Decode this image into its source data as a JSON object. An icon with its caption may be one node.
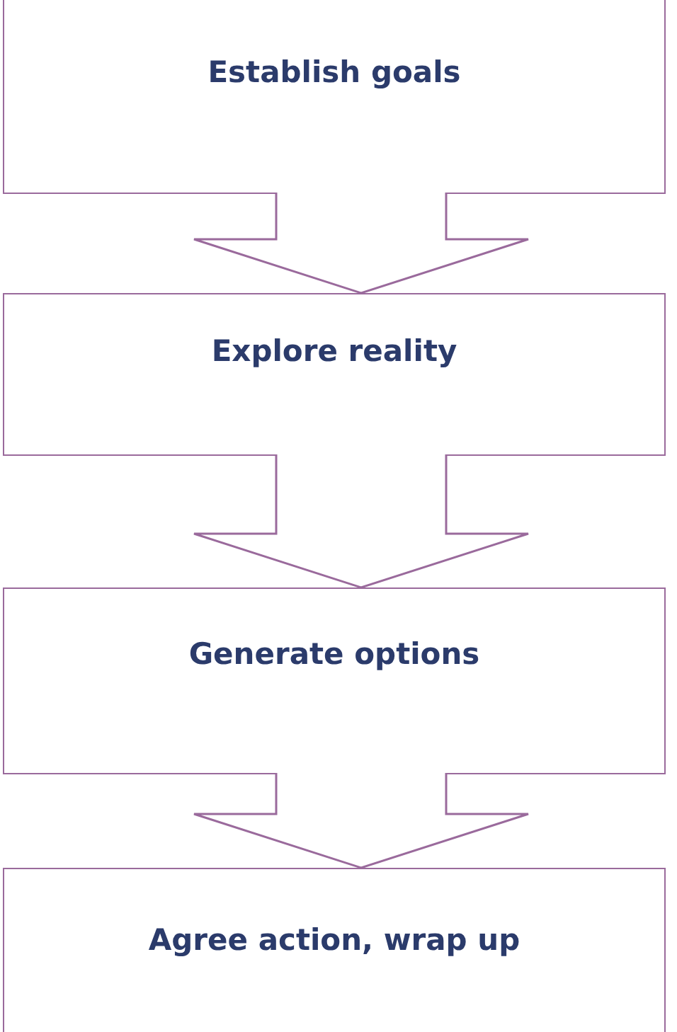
{
  "diagram": {
    "nodes": [
      {
        "text": [
          "Establish goals"
        ]
      },
      {
        "text": [
          "Explore reality"
        ]
      },
      {
        "text": [
          "Generate options"
        ]
      },
      {
        "text": [
          "Agree action, wrap up"
        ]
      }
    ],
    "edges": [
      {
        "from": 0,
        "to": 1,
        "arrow": "to"
      },
      {
        "from": 1,
        "to": 2,
        "arrow": "to"
      },
      {
        "from": 2,
        "to": 3,
        "arrow": "to"
      }
    ]
  }
}
